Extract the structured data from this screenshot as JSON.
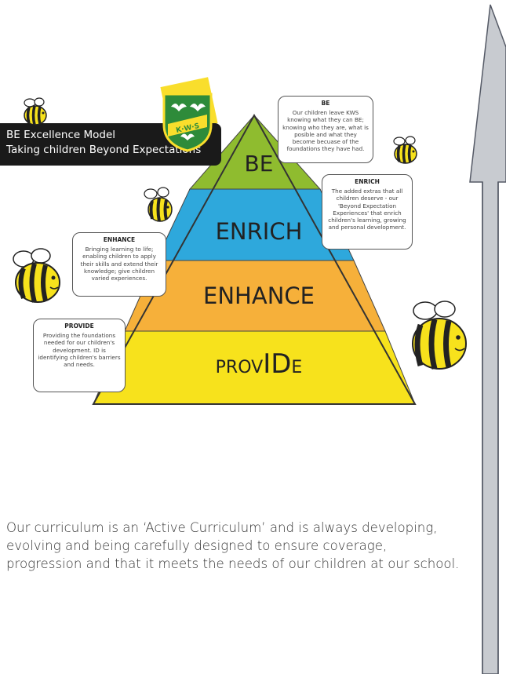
{
  "banner": {
    "line1": "BE Excellence Model",
    "line2": "Taking children Beyond Expectations"
  },
  "crest": {
    "initials": "K·W·S"
  },
  "pyramid": {
    "levels": [
      {
        "label": "BE",
        "color": "#8fbc2f"
      },
      {
        "label": "ENRICH",
        "color": "#2ea8dc"
      },
      {
        "label": "ENHANCE",
        "color": "#f6b03a"
      },
      {
        "label_prefix": "PROV",
        "label_big": "ID",
        "label_suffix": "E",
        "color": "#f7e21c"
      }
    ]
  },
  "boxes": {
    "be": {
      "title": "BE",
      "text": "Our children leave KWS knowing what they can BE; knowing who they are, what is posible and what they become becuase of the foundations they have had."
    },
    "enrich": {
      "title": "ENRICH",
      "text": "The added extras that all children deserve - our 'Beyond Expectation Experiences' that enrich children's learning, growing and personal development."
    },
    "enhance": {
      "title": "ENHANCE",
      "text": "Bringing learning to life; enabling children to apply their skills and extend their knowledge; give children varied experiences."
    },
    "provide": {
      "title": "PROVIDE",
      "text": "Providing the foundations needed for our children's development. ID is identifying children's barriers and needs."
    }
  },
  "paragraph": "Our curriculum is an ‘Active Curriculum’ and is always developing, evolving and being carefully designed to ensure coverage, progression and that it meets the needs of our children at our school.",
  "colors": {
    "arrow_fill": "#c8cbd0",
    "bee_yellow": "#f7e21c",
    "banner_bg": "#1a1a1a",
    "crest_green": "#2e8b3a"
  }
}
